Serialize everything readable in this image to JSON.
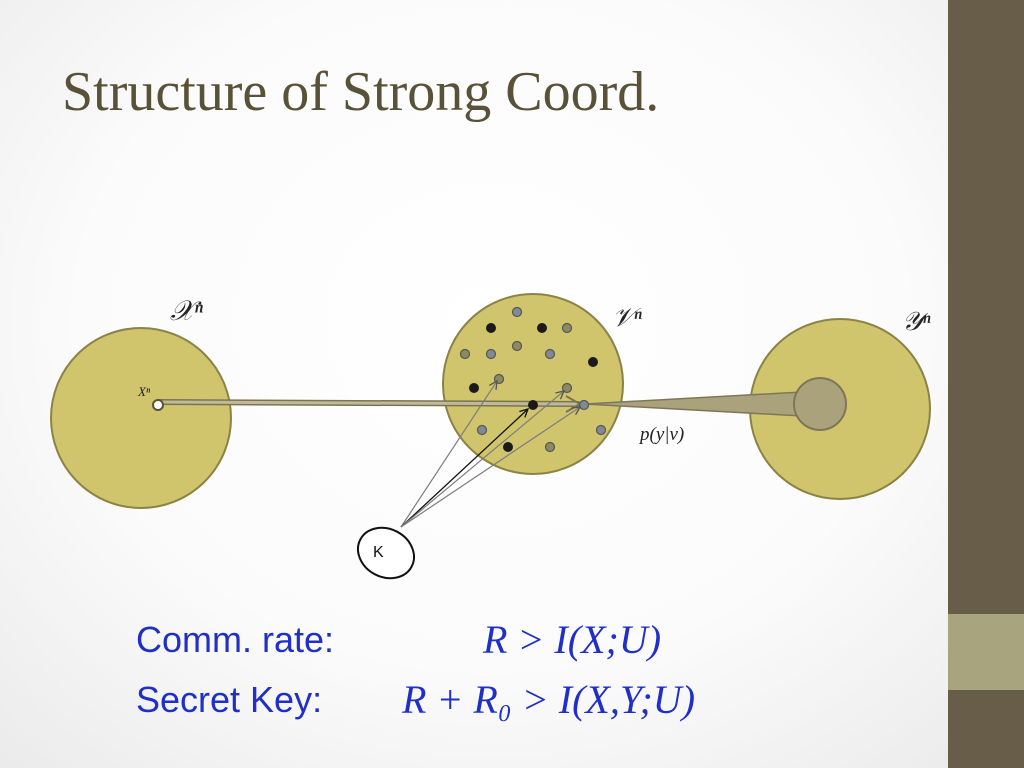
{
  "slide": {
    "title": "Structure of Strong Coord."
  },
  "diagram": {
    "labels": {
      "x_set": "𝒳ⁿ",
      "v_set": "𝒱ⁿ",
      "y_set": "𝒴ⁿ",
      "x_point": "Xⁿ",
      "channel": "p(y|v)",
      "key": "K"
    },
    "colors": {
      "set_fill": "#d0c46d",
      "set_stroke": "#8b8346",
      "inner_fill": "#a9a27a",
      "black_point": "#1a1a1a",
      "gray_point": "#7f8a93",
      "olive_point": "#8d8a60"
    }
  },
  "formulas": {
    "comm_label": "Comm.  rate:",
    "comm_expr": "R > I(X;U)",
    "key_label": "Secret Key:",
    "key_expr": "R + R₀ > I(X,Y;U)",
    "color": "#1f2fc8"
  }
}
